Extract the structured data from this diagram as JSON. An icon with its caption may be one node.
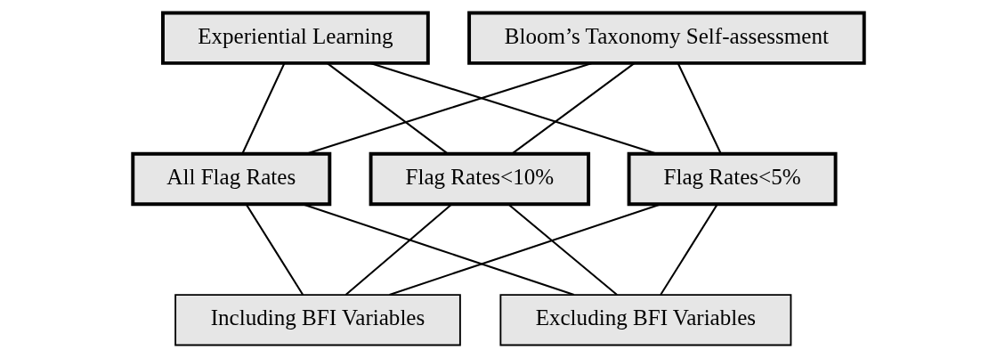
{
  "diagram": {
    "nodes": [
      {
        "text": [
          "Experiential Learning"
        ]
      },
      {
        "text": [
          "Bloom’s Taxonomy Self-assessment"
        ]
      },
      {
        "text": [
          "All Flag Rates"
        ]
      },
      {
        "text": [
          "Flag Rates<10%"
        ]
      },
      {
        "text": [
          "Flag Rates<5%"
        ]
      },
      {
        "text": [
          "Including BFI Variables"
        ]
      },
      {
        "text": [
          "Excluding BFI Variables"
        ]
      }
    ],
    "edges": [
      {
        "from": 0,
        "to": 2,
        "arrow": "none"
      },
      {
        "from": 0,
        "to": 3,
        "arrow": "none"
      },
      {
        "from": 0,
        "to": 4,
        "arrow": "none"
      },
      {
        "from": 1,
        "to": 2,
        "arrow": "none"
      },
      {
        "from": 1,
        "to": 3,
        "arrow": "none"
      },
      {
        "from": 1,
        "to": 4,
        "arrow": "none"
      },
      {
        "from": 2,
        "to": 5,
        "arrow": "none"
      },
      {
        "from": 2,
        "to": 6,
        "arrow": "none"
      },
      {
        "from": 3,
        "to": 5,
        "arrow": "none"
      },
      {
        "from": 3,
        "to": 6,
        "arrow": "none"
      },
      {
        "from": 4,
        "to": 5,
        "arrow": "none"
      },
      {
        "from": 4,
        "to": 6,
        "arrow": "none"
      }
    ]
  }
}
